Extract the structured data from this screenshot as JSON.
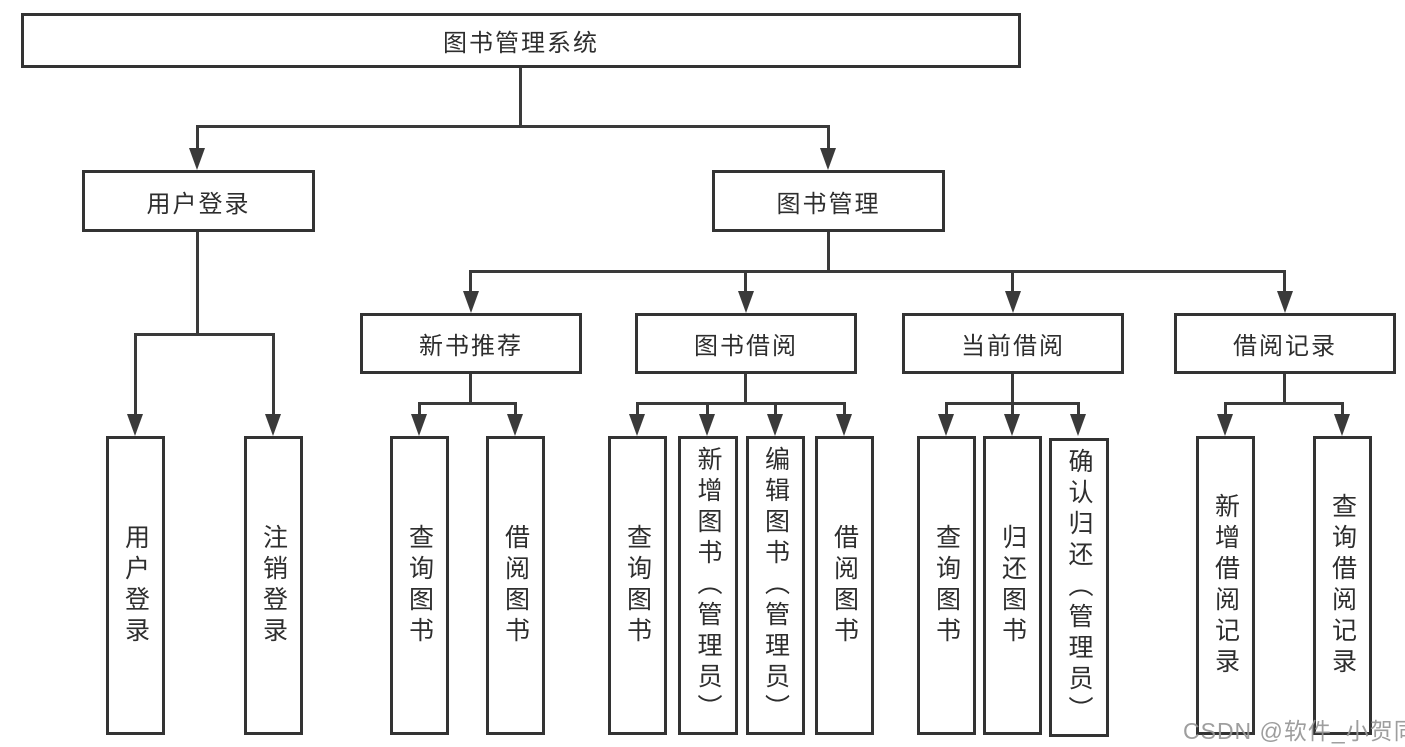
{
  "tree": {
    "root": {
      "label": "图书管理系统"
    },
    "branches": [
      {
        "label": "用户登录",
        "children": [
          {
            "label": "用户登录"
          },
          {
            "label": "注销登录"
          }
        ]
      },
      {
        "label": "图书管理",
        "children": [
          {
            "label": "新书推荐",
            "children": [
              {
                "label": "查询图书"
              },
              {
                "label": "借阅图书"
              }
            ]
          },
          {
            "label": "图书借阅",
            "children": [
              {
                "label": "查询图书"
              },
              {
                "label": "新增图书（管理员）"
              },
              {
                "label": "编辑图书（管理员）"
              },
              {
                "label": "借阅图书"
              }
            ]
          },
          {
            "label": "当前借阅",
            "children": [
              {
                "label": "查询图书"
              },
              {
                "label": "归还图书"
              },
              {
                "label": "确认归还（管理员）"
              }
            ]
          },
          {
            "label": "借阅记录",
            "children": [
              {
                "label": "新增借阅记录"
              },
              {
                "label": "查询借阅记录"
              }
            ]
          }
        ]
      }
    ]
  },
  "watermark": {
    "text": "CSDN @软件_小贺同学"
  },
  "colors": {
    "line": "#3a3a3a",
    "border": "#333333",
    "text": "#2e2e2e",
    "background": "#ffffff",
    "watermark": "#969696"
  }
}
